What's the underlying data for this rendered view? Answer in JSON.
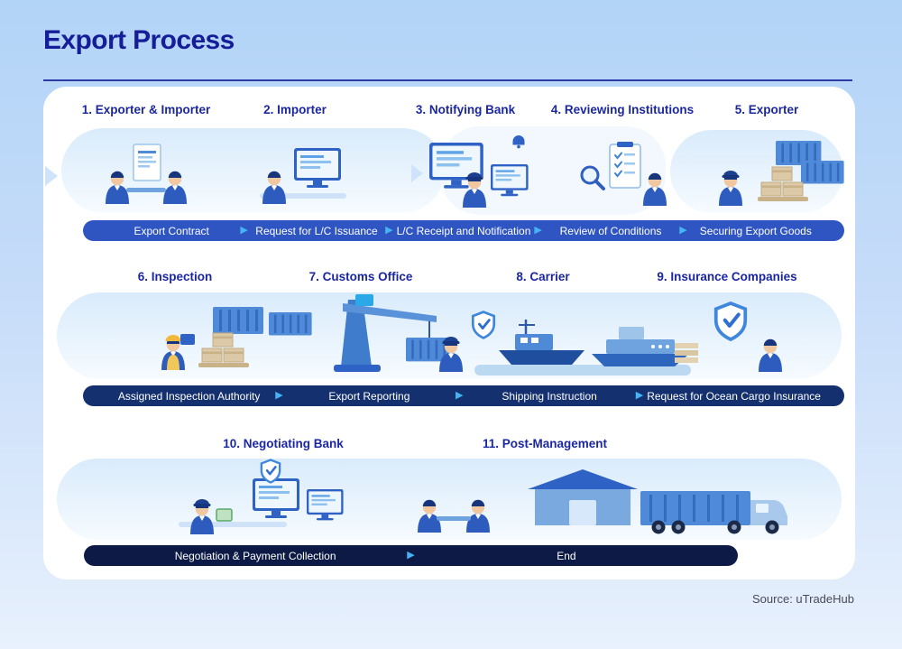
{
  "page": {
    "title": "Export Process",
    "source": "Source: uTradeHub"
  },
  "icons": {
    "arrow_right": "▶"
  },
  "colors": {
    "background_top": "#b2d4f7",
    "background_bottom": "#e8f1fd",
    "title": "#151d99",
    "step_label": "#1b27a0",
    "banner_row1": "#2f55c2",
    "banner_row2": "#14306e",
    "banner_row3": "#0c1a45",
    "banner_arrow": "#45b3f4",
    "banner_text": "#ffffff",
    "card": "#ffffff"
  },
  "rows": [
    {
      "steps": [
        "1. Exporter & Importer",
        "2. Importer",
        "3. Notifying Bank",
        "4. Reviewing Institutions",
        "5. Exporter"
      ],
      "banner": [
        "Export Contract",
        "Request for L/C Issuance",
        "L/C Receipt and Notification",
        "Review of Conditions",
        "Securing Export Goods"
      ]
    },
    {
      "steps": [
        "6. Inspection",
        "7. Customs Office",
        "8. Carrier",
        "9. Insurance Companies"
      ],
      "banner": [
        "Assigned Inspection Authority",
        "Export Reporting",
        "Shipping Instruction",
        "Request for Ocean Cargo Insurance"
      ]
    },
    {
      "steps": [
        "10. Negotiating Bank",
        "11. Post-Management"
      ],
      "banner": [
        "Negotiation & Payment Collection",
        "End"
      ]
    }
  ]
}
